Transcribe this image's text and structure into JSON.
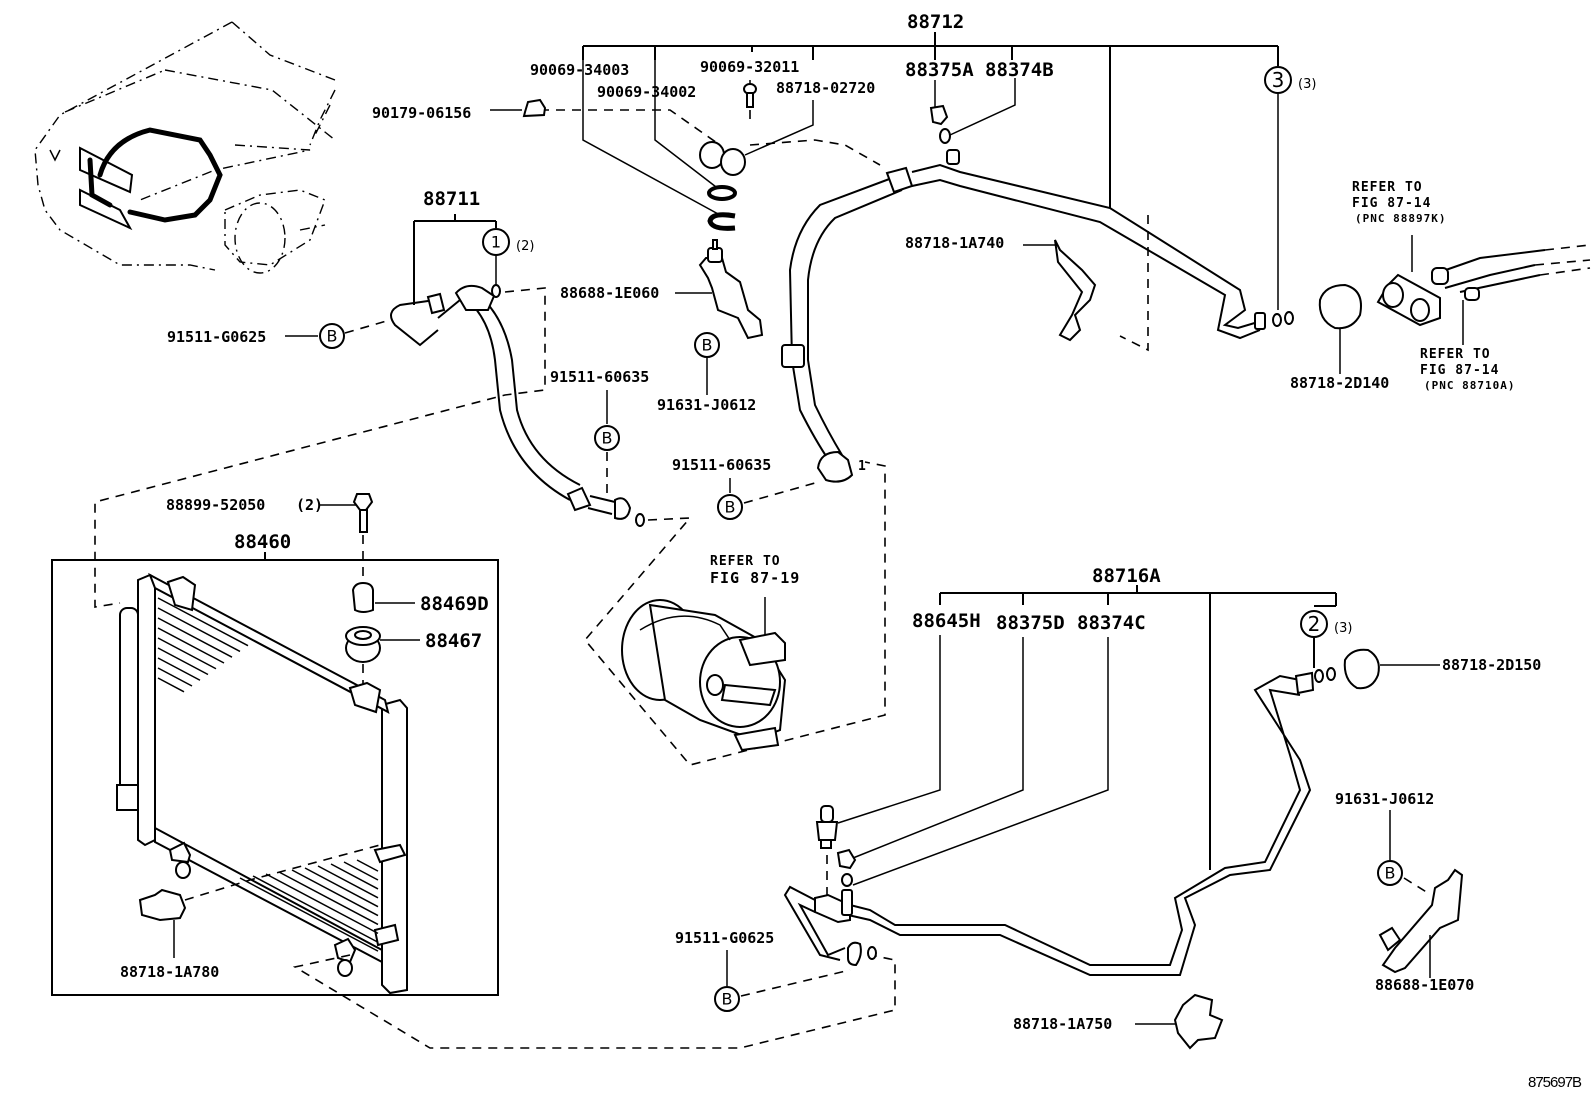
{
  "figure_number": "875697B",
  "assemblies": {
    "discharge_hose": "88712",
    "suction_hose": "88711",
    "condenser": "88460",
    "liquid_tube": "88716A"
  },
  "labels": {
    "bolt_90179": "90179-06156",
    "seal_90069_34003": "90069-34003",
    "seal_90069_34002": "90069-34002",
    "screw_90069_32011": "90069-32011",
    "clamp_88718_02720": "88718-02720",
    "cap_88375A": "88375A",
    "valve_88374B": "88374B",
    "clamp_88718_1A740": "88718-1A740",
    "bracket_88688_1E060": "88688-1E060",
    "bolt_91631_J0612_top": "91631-J0612",
    "bolt_91511_G0625_left": "91511-G0625",
    "bolt_91511_60635_a": "91511-60635",
    "bolt_91511_60635_b": "91511-60635",
    "bolt_88899_52050": "88899-52050",
    "qty_88899_52050": "(2)",
    "cap_88469D": "88469D",
    "cushion_88467": "88467",
    "clamp_88718_1A780": "88718-1A780",
    "clamp_88718_2D140": "88718-2D140",
    "clamp_88718_2D150": "88718-2D150",
    "switch_88645H": "88645H",
    "cap_88375D": "88375D",
    "valve_88374C": "88374C",
    "bolt_91631_J0612_right": "91631-J0612",
    "bracket_88688_1E070": "88688-1E070",
    "bolt_91511_G0625_bottom": "91511-G0625",
    "clamp_88718_1A750": "88718-1A750"
  },
  "callouts": {
    "ring_1": {
      "number": "1",
      "qty": "(2)"
    },
    "ring_2": {
      "number": "2",
      "qty": "(3)"
    },
    "ring_3": {
      "number": "3",
      "qty": "(3)"
    },
    "bolt_marker": "B"
  },
  "references": {
    "compressor": {
      "line1": "REFER TO",
      "line2": "FIG 87-19"
    },
    "evaporator_upper": {
      "line1": "REFER TO",
      "line2": "FIG 87-14",
      "line3": "(PNC 88897K)"
    },
    "evaporator_lower": {
      "line1": "REFER TO",
      "line2": "FIG 87-14",
      "line3": "(PNC 88710A)"
    }
  }
}
